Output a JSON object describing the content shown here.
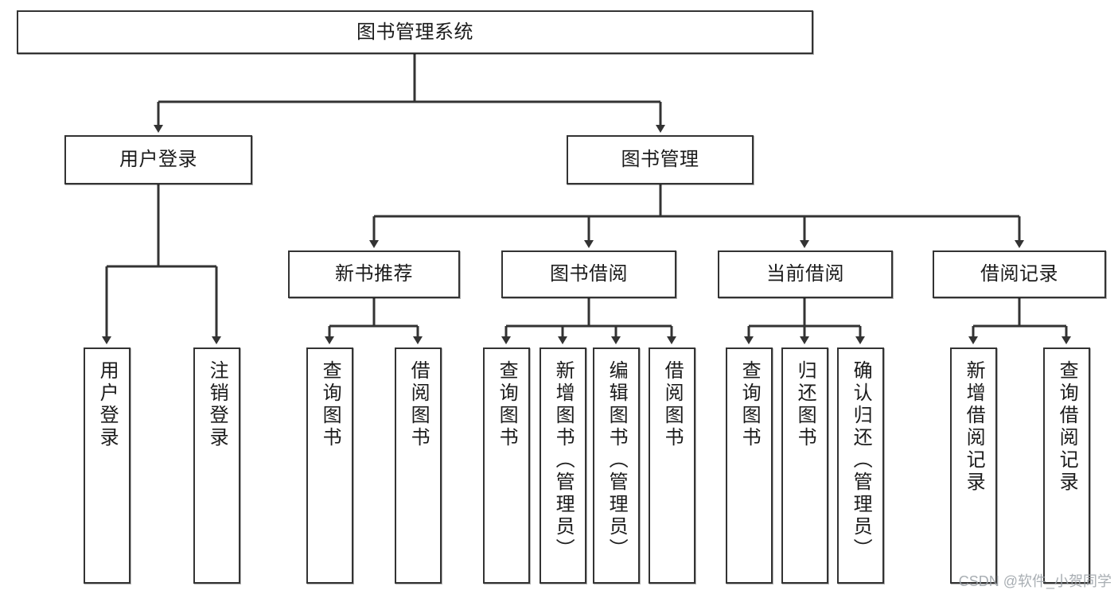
{
  "diagram": {
    "title": "图书管理系统",
    "type": "tree-hierarchy",
    "watermark": "CSDN @软件_小贺同学",
    "colors": {
      "box_border": "#333333",
      "box_fill": "#ffffff",
      "edge": "#333333",
      "text": "#1b1b1b",
      "watermark": "#9aa0a6"
    },
    "root": {
      "label": "图书管理系统"
    },
    "level2": [
      {
        "label": "用户登录"
      },
      {
        "label": "图书管理"
      }
    ],
    "level3": [
      {
        "label": "新书推荐"
      },
      {
        "label": "图书借阅"
      },
      {
        "label": "当前借阅"
      },
      {
        "label": "借阅记录"
      }
    ],
    "leaves": {
      "user_login": [
        {
          "label": "用户登录"
        },
        {
          "label": "注销登录"
        }
      ],
      "new_book": [
        {
          "label": "查询图书"
        },
        {
          "label": "借阅图书"
        }
      ],
      "book_borrow": [
        {
          "label": "查询图书"
        },
        {
          "label": "新增图书（管理员）"
        },
        {
          "label": "编辑图书（管理员）"
        },
        {
          "label": "借阅图书"
        }
      ],
      "current_borrow": [
        {
          "label": "查询图书"
        },
        {
          "label": "归还图书"
        },
        {
          "label": "确认归还（管理员）"
        }
      ],
      "borrow_record": [
        {
          "label": "新增借阅记录"
        },
        {
          "label": "查询借阅记录"
        }
      ]
    }
  }
}
